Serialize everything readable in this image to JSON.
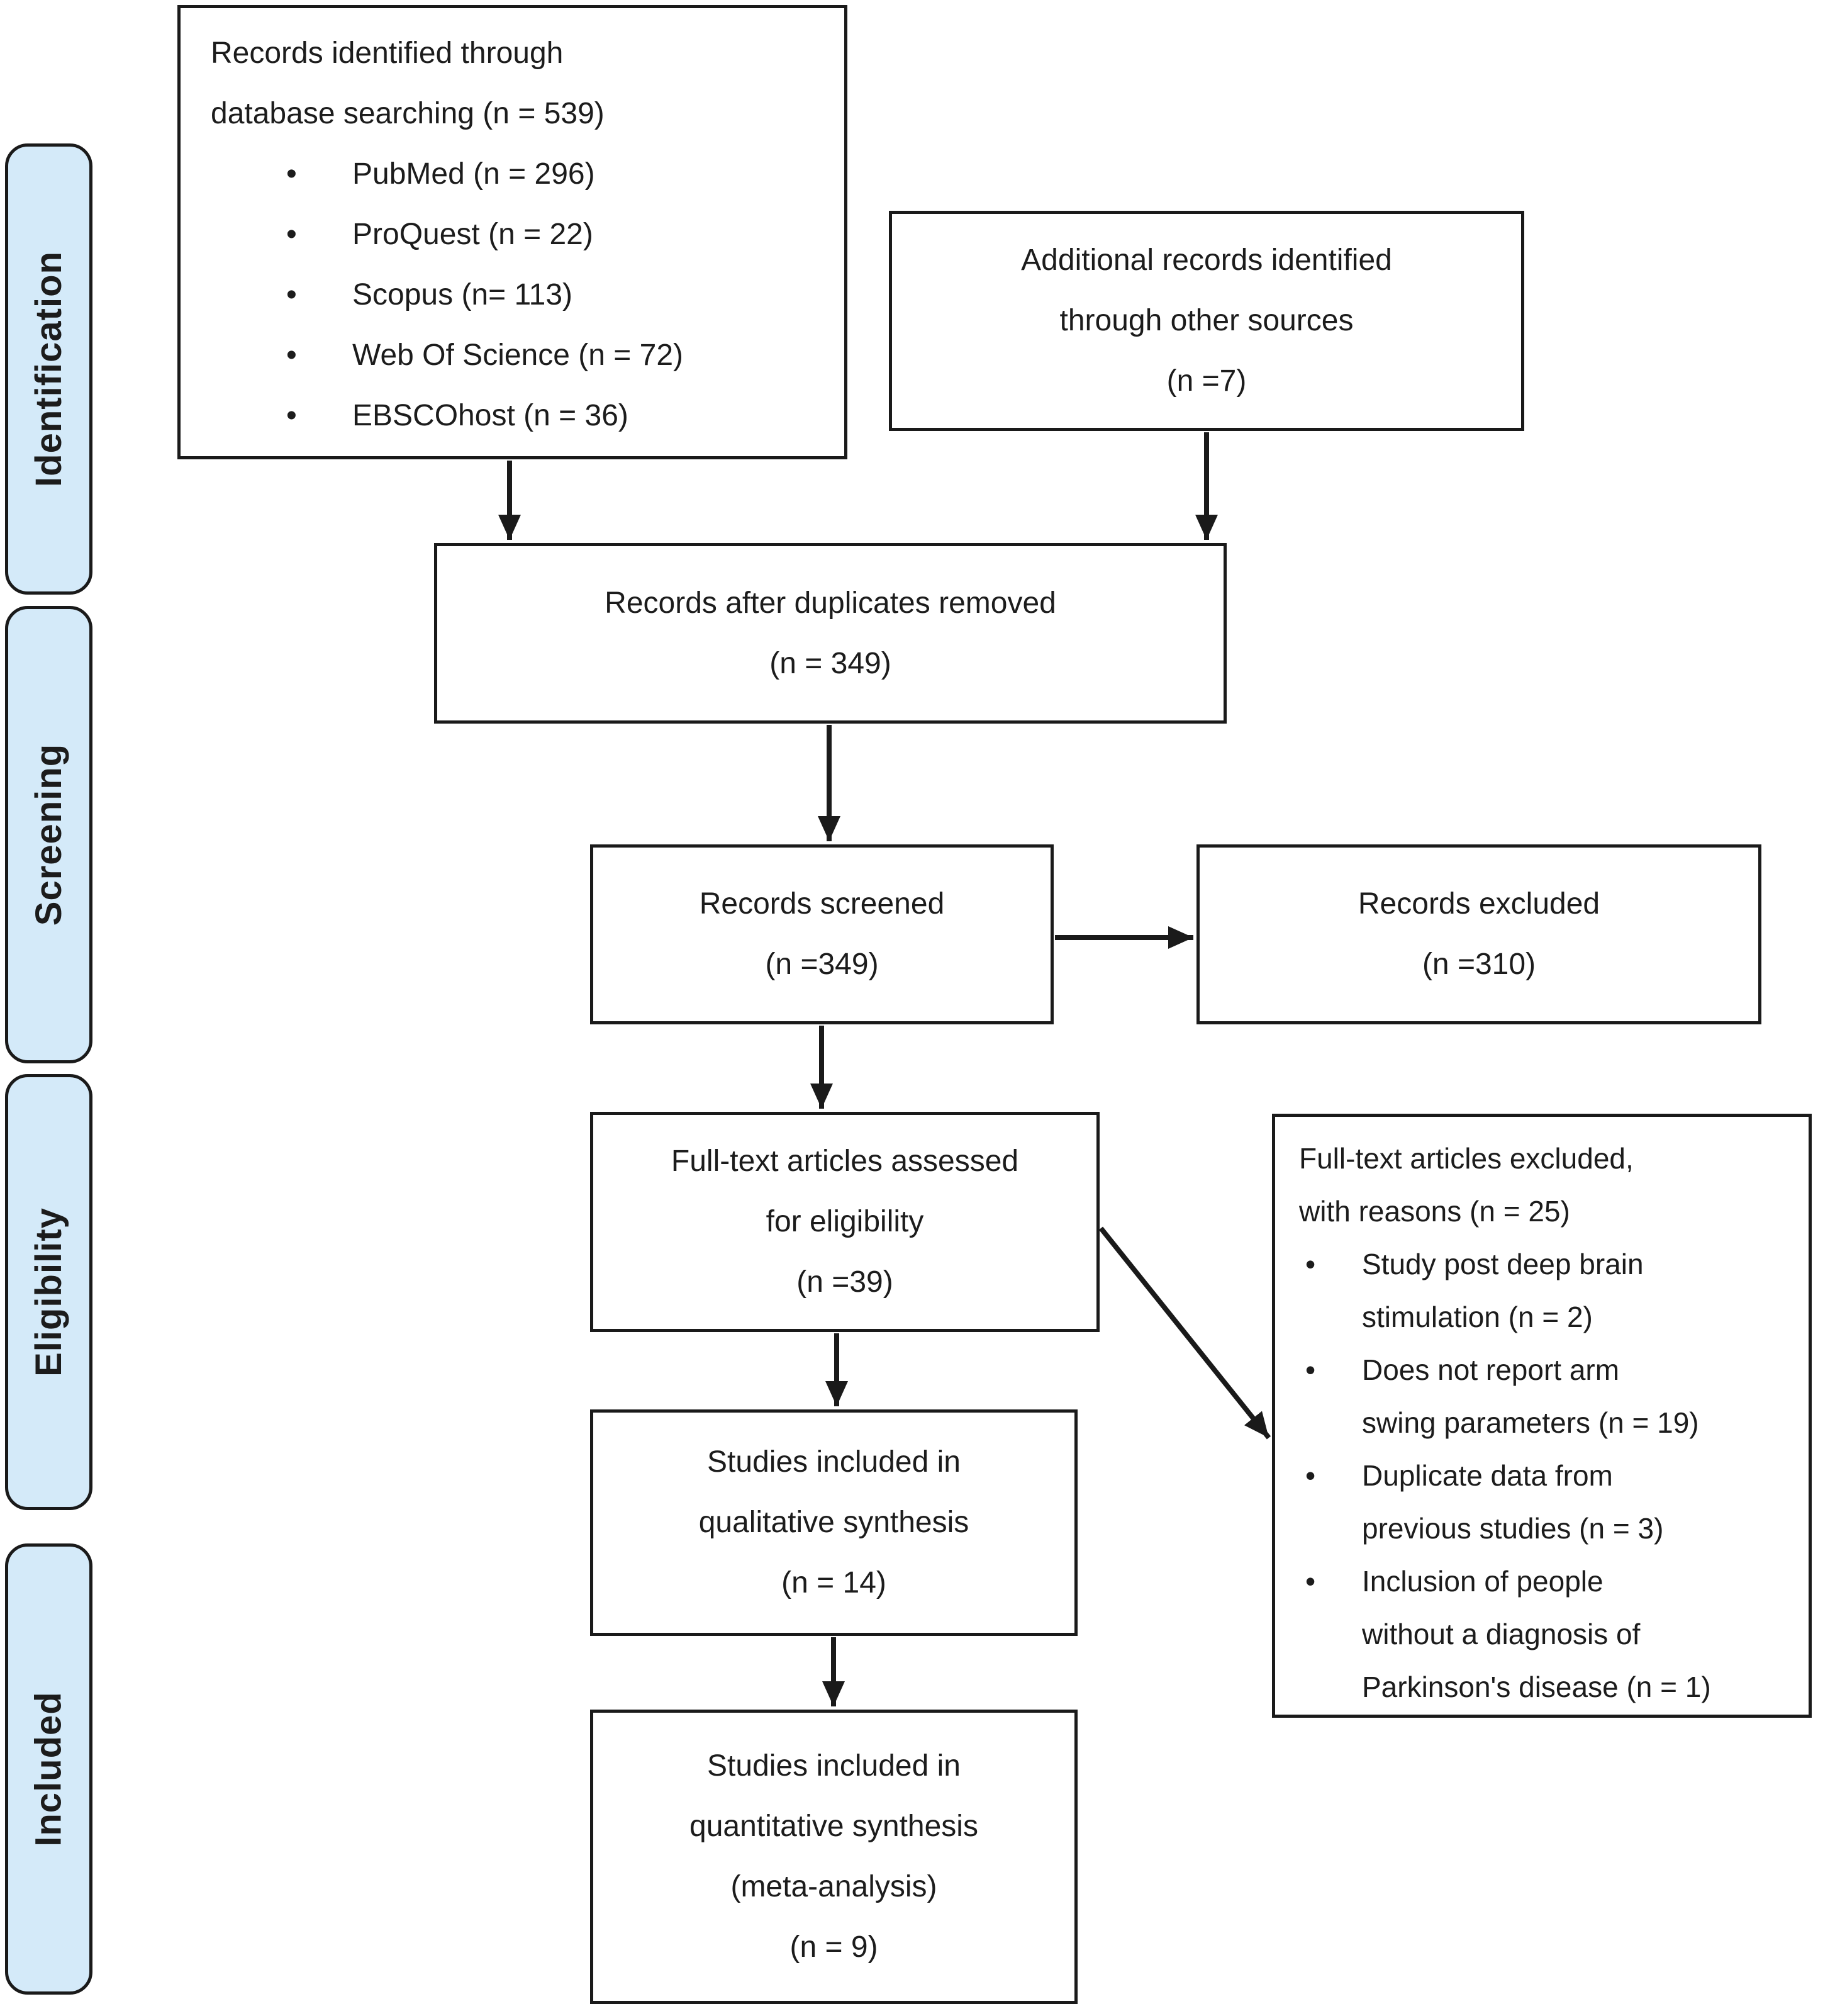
{
  "colors": {
    "line": "#1a1a1a",
    "text": "#1c1c1c",
    "stage-fill": "#d4eaf9",
    "bg": "#ffffff"
  },
  "stages": [
    {
      "label": "Identification"
    },
    {
      "label": "Screening"
    },
    {
      "label": "Eligibility"
    },
    {
      "label": "Included"
    }
  ],
  "boxes": {
    "identified": {
      "title_lines": [
        "Records identified through",
        "database searching (n = 539)"
      ],
      "bullets": [
        {
          "text": "PubMed (n = 296)"
        },
        {
          "text": "ProQuest (n = 22)"
        },
        {
          "text": "Scopus (n= 113)"
        },
        {
          "text": "Web Of Science (n = 72)"
        },
        {
          "text": "EBSCOhost (n = 36)"
        }
      ]
    },
    "additional": {
      "lines": [
        "Additional records identified",
        "through other sources",
        "(n =7)"
      ]
    },
    "duplicates_removed": {
      "lines": [
        "Records after duplicates removed",
        "(n = 349)"
      ]
    },
    "screened": {
      "lines": [
        "Records screened",
        "(n =349)"
      ]
    },
    "records_excluded": {
      "lines": [
        "Records excluded",
        "(n =310)"
      ]
    },
    "fulltext_assessed": {
      "lines": [
        "Full-text articles assessed",
        "for eligibility",
        "(n =39)"
      ]
    },
    "fulltext_excluded": {
      "title_lines": [
        "Full-text articles excluded,",
        "with reasons (n = 25)"
      ],
      "bullets": [
        {
          "lines": [
            "Study post deep brain",
            "stimulation (n = 2)"
          ]
        },
        {
          "lines": [
            "Does not report arm",
            "swing parameters (n = 19)"
          ]
        },
        {
          "lines": [
            "Duplicate data from",
            "previous studies (n = 3)"
          ]
        },
        {
          "lines": [
            "Inclusion of people",
            "without a diagnosis of",
            "Parkinson's disease (n = 1)"
          ]
        }
      ]
    },
    "qualitative": {
      "lines": [
        "Studies included in",
        "qualitative synthesis",
        "(n = 14)"
      ]
    },
    "quantitative": {
      "lines": [
        "Studies included in",
        "quantitative synthesis",
        "(meta-analysis)",
        "(n = 9)"
      ]
    }
  }
}
